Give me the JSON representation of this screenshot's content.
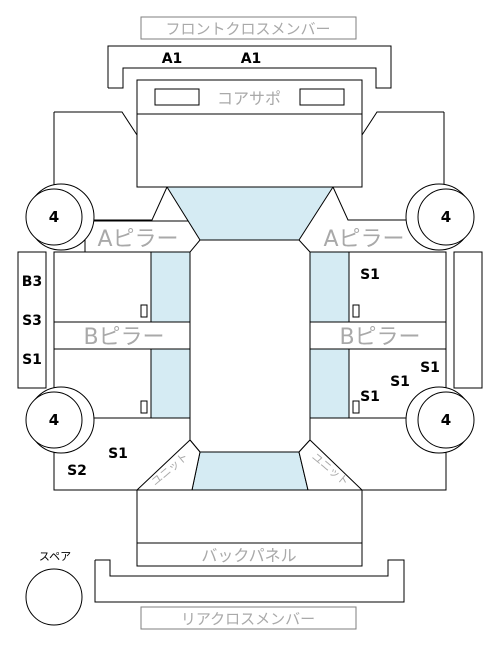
{
  "labels": {
    "front_cross_member": "フロントクロスメンバー",
    "core_support": "コアサポ",
    "a_pillar_left": "Aピラー",
    "a_pillar_right": "Aピラー",
    "b_pillar_left": "Bピラー",
    "b_pillar_right": "Bピラー",
    "back_panel": "バックパネル",
    "rear_cross_member": "リアクロスメンバー",
    "spare": "スペア",
    "unit_left": "ユニット",
    "unit_right": "ユニット"
  },
  "tires": [
    "4",
    "4",
    "4",
    "4"
  ],
  "marks": {
    "front_a1_left": "A1",
    "front_a1_right": "A1",
    "side_b3": "B3",
    "side_s3": "S3",
    "side_s1": "S1",
    "right_upper_s1": "S1",
    "right_lower_s1_a": "S1",
    "right_lower_s1_b": "S1",
    "right_lower_s1_c": "S1",
    "left_lower_s1": "S1",
    "left_lower_s2": "S2"
  },
  "colors": {
    "glass": "#d5ebf3",
    "label_gray": "#a9a9a9",
    "line": "#000000"
  }
}
